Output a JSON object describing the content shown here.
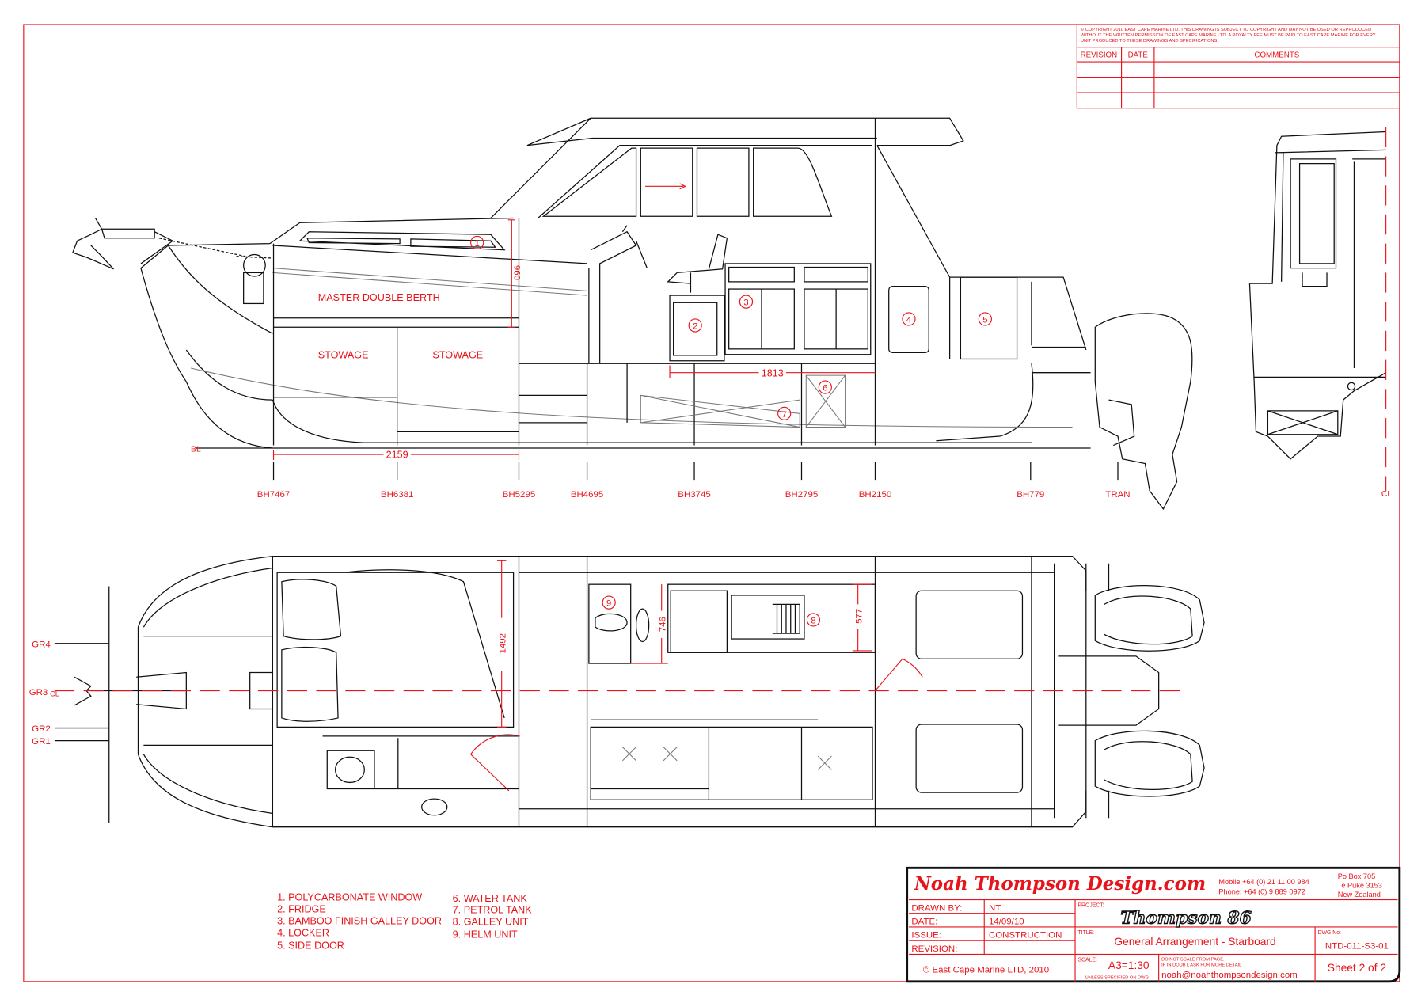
{
  "copyright_notice": [
    "© COPYRIGHT 2010 EAST CAPE MARINE LTD. THIS DRAWING IS SUBJECT TO COPYRIGHT AND MAY NOT BE USED OR REPRODUCED",
    "WITHOUT THE WRITTEN PERMISSION OF EAST CAPE MARINE LTD. A ROYALTY FEE MUST BE PAID TO EAST CAPE MARINE FOR EVERY",
    "UNIT PRODUCED TO THESE  DRAWINGS AND SPECIFICATIONS."
  ],
  "revision_table": {
    "headers": [
      "REVISION",
      "DATE",
      "COMMENTS"
    ],
    "rows": [
      [
        "",
        "",
        ""
      ],
      [
        "",
        "",
        ""
      ],
      [
        "",
        "",
        ""
      ]
    ]
  },
  "profile": {
    "labels": {
      "berth": "MASTER DOUBLE BERTH",
      "stowage_1": "STOWAGE",
      "stowage_2": "STOWAGE"
    },
    "dimensions": {
      "berth_height": "960",
      "galley_length": "1813",
      "berth_length": "2159"
    },
    "baseline_mark": "BL",
    "centerline_mark": "CL",
    "bulkheads": [
      "BH7467",
      "BH6381",
      "BH5295",
      "BH4695",
      "BH3745",
      "BH2795",
      "BH2150",
      "BH779",
      "TRAN"
    ]
  },
  "plan": {
    "dimensions": {
      "berth_width": "1492",
      "helm_width": "746",
      "galley_width": "577"
    },
    "grid_lines": [
      "GR4",
      "GR3",
      "GR2",
      "GR1"
    ],
    "centerline_mark": "CL"
  },
  "callouts": [
    "1",
    "2",
    "3",
    "4",
    "5",
    "6",
    "7",
    "8",
    "9"
  ],
  "legend": [
    "1. POLYCARBONATE WINDOW",
    "2. FRIDGE",
    "3. BAMBOO FINISH GALLEY DOOR",
    "4. LOCKER",
    "5. SIDE DOOR",
    "6. WATER TANK",
    "7. PETROL TANK",
    "8. GALLEY UNIT",
    "9. HELM UNIT"
  ],
  "title_block": {
    "company": "Noah Thompson Design.com",
    "mobile": "Mobile:+64 (0) 21 11 00 984",
    "phone": "Phone: +64 (0) 9 889 0972",
    "address": [
      "Po Box 705",
      "Te Puke 3153",
      "New Zealand"
    ],
    "drawn_by_label": "DRAWN BY:",
    "drawn_by": "NT",
    "date_label": "DATE:",
    "date": "14/09/10",
    "issue_label": "ISSUE:",
    "issue": "CONSTRUCTION",
    "revision_label": "REVISION:",
    "revision": "",
    "project_label": "PROJECT:",
    "project": "Thompson 86",
    "title_label": "TITLE:",
    "title": "General Arrangement - Starboard",
    "dwg_label": "DWG No:",
    "dwg_no": "NTD-011-S3-01",
    "copyright": "© East Cape Marine LTD, 2010",
    "scale_label": "SCALE:",
    "scale": "A3=1:30",
    "scale_note": "UNLESS SPECIFIED ON DWG",
    "notes": [
      "DO NOT SCALE FROM PAGE.",
      "IF IN DOUBT, ASK FOR MORE DETAIL"
    ],
    "email": "noah@noahthompsondesign.com",
    "sheet": "Sheet 2 of 2"
  },
  "colors": {
    "annotation": "#e8141b",
    "linework": "#111111"
  }
}
